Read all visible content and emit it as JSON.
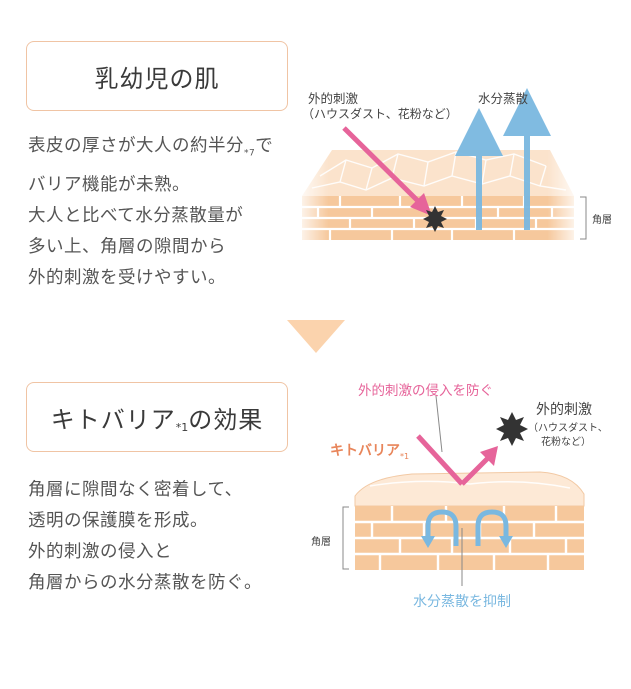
{
  "section1": {
    "title": "乳幼児の肌",
    "body_lines": [
      {
        "pre": "表皮の厚さが大人の約半分",
        "sub": "*7",
        "post": "で"
      },
      {
        "pre": "バリア機能が未熟。",
        "sub": "",
        "post": ""
      },
      {
        "pre": "大人と比べて水分蒸散量が",
        "sub": "",
        "post": ""
      },
      {
        "pre": "多い上、角層の隙間から",
        "sub": "",
        "post": ""
      },
      {
        "pre": "外的刺激を受けやすい。",
        "sub": "",
        "post": ""
      }
    ],
    "diagram": {
      "stimulus_label": "外的刺激",
      "stimulus_note": "（ハウスダスト、花粉など）",
      "evaporation_label": "水分蒸散",
      "layer_label": "角層"
    }
  },
  "section2": {
    "title_pre": "キトバリア",
    "title_sub": "*1",
    "title_post": "の効果",
    "body_lines": [
      "角層に隙間なく密着して、",
      "透明の保護膜を形成。",
      "外的刺激の侵入と",
      "角層からの水分蒸散を防ぐ。"
    ],
    "diagram": {
      "prevent_label": "外的刺激の侵入を防ぐ",
      "stimulus_label": "外的刺激",
      "stimulus_note_1": "（ハウスダスト、",
      "stimulus_note_2": "花粉など）",
      "film_label": "キトバリア",
      "film_sub": "*1",
      "layer_label": "角層",
      "suppress_label": "水分蒸散を抑制"
    }
  },
  "colors": {
    "pink": "#e6649a",
    "blue": "#7ab8e0",
    "skin": "#f6c89c",
    "skin_light": "#fbe3cc",
    "orange_label": "#e8855a",
    "triangle": "#fbd3ad",
    "box_border": "#f0c4a4"
  }
}
